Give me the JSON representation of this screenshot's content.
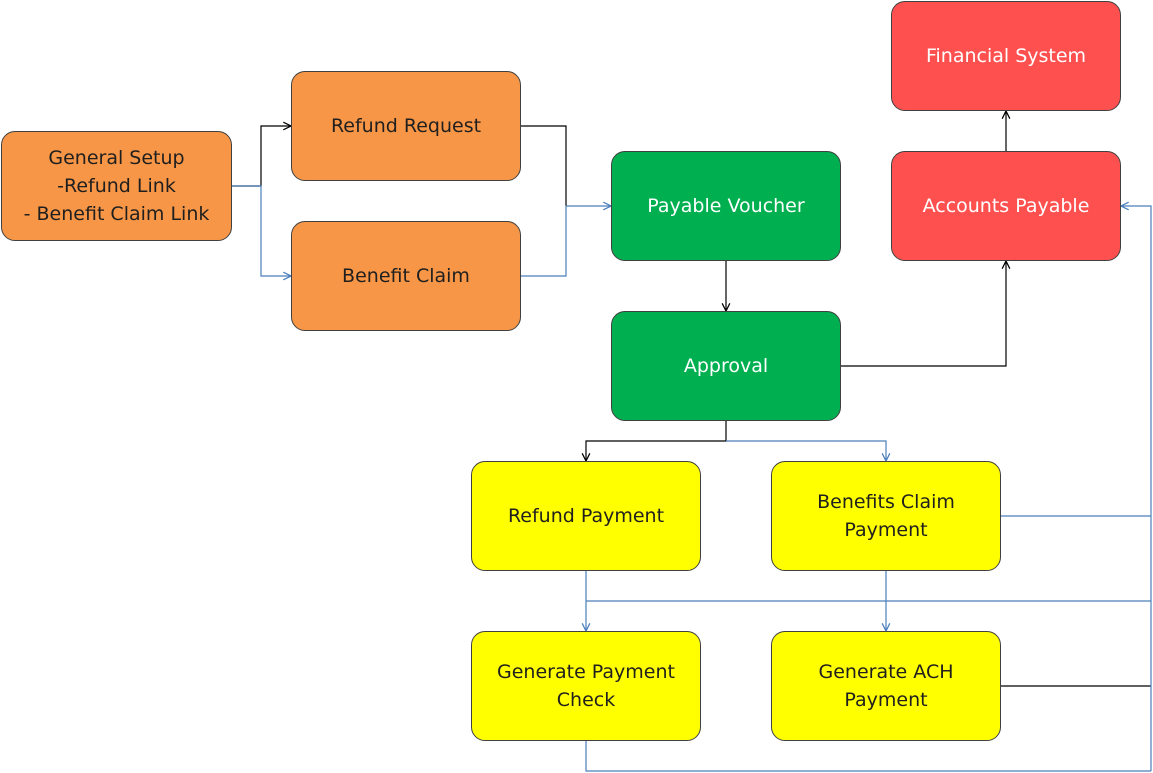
{
  "diagram": {
    "nodes": {
      "general_setup": "General Setup\n-Refund Link\n- Benefit Claim Link",
      "refund_request": "Refund Request",
      "benefit_claim": "Benefit Claim",
      "payable_voucher": "Payable Voucher",
      "approval": "Approval",
      "accounts_payable": "Accounts Payable",
      "financial_system": "Financial System",
      "refund_payment": "Refund Payment",
      "benefits_claim_payment": "Benefits Claim\nPayment",
      "generate_payment_check": "Generate Payment\nCheck",
      "generate_ach_payment": "Generate ACH\nPayment"
    },
    "colors": {
      "orange": "#f79646",
      "green": "#00b050",
      "red": "#ff5050",
      "yellow": "#ffff00",
      "connector_black": "#000000",
      "connector_blue": "#4a7ebb"
    }
  }
}
